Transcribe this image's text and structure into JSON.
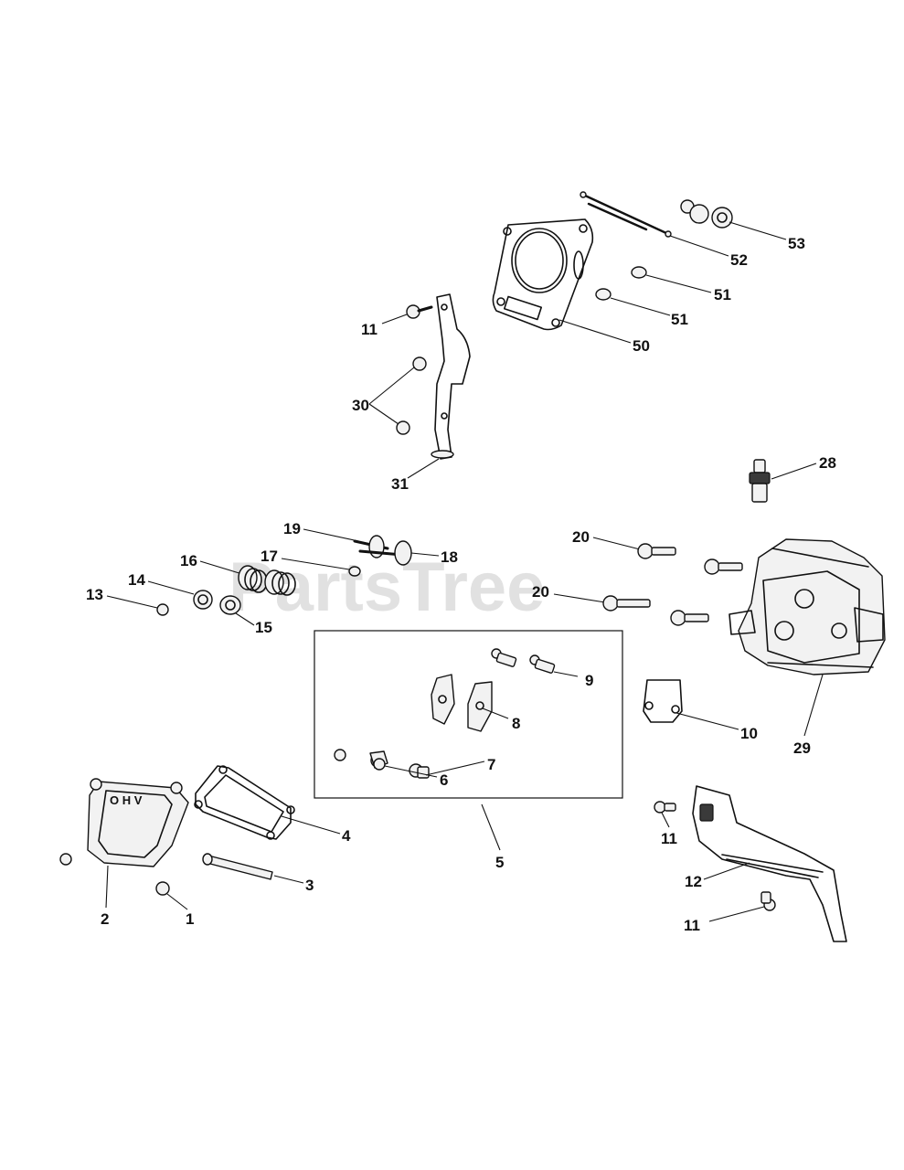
{
  "watermark": "PartsTree",
  "callouts": {
    "c1": "1",
    "c2": "2",
    "c3": "3",
    "c4": "4",
    "c5": "5",
    "c6": "6",
    "c7": "7",
    "c8": "8",
    "c9": "9",
    "c10": "10",
    "c11a": "11",
    "c11b": "11",
    "c11c": "11",
    "c12": "12",
    "c13": "13",
    "c14": "14",
    "c15": "15",
    "c16": "16",
    "c17": "17",
    "c18": "18",
    "c19": "19",
    "c20a": "20",
    "c20b": "20",
    "c28": "28",
    "c29": "29",
    "c30": "30",
    "c31": "31",
    "c50": "50",
    "c51a": "51",
    "c51b": "51",
    "c52": "52",
    "c53": "53"
  }
}
